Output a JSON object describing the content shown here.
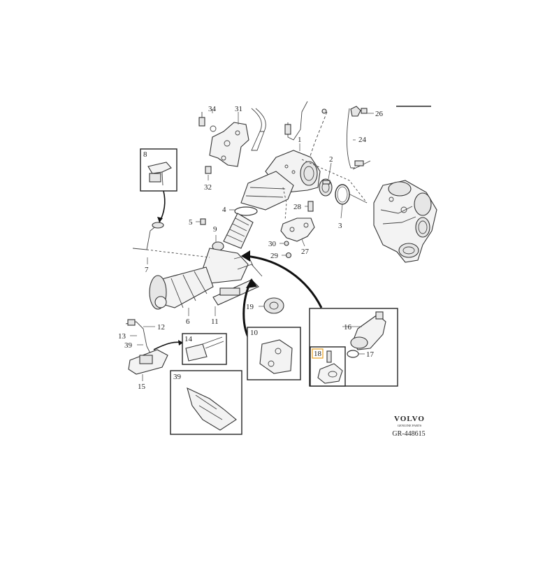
{
  "callouts": {
    "n1": "1",
    "n2": "2",
    "n3": "3",
    "n4": "4",
    "n5": "5",
    "n6": "6",
    "n7": "7",
    "n8": "8",
    "n9": "9",
    "n10": "10",
    "n11": "11",
    "n12": "12",
    "n13": "13",
    "n14": "14",
    "n15": "15",
    "n16": "16",
    "n17": "17",
    "n18": "18",
    "n19": "19",
    "n24": "24",
    "n26": "26",
    "n27": "27",
    "n28": "28",
    "n29": "29",
    "n30": "30",
    "n31": "31",
    "n32": "32",
    "n34": "34",
    "n39a": "39",
    "n39b": "39"
  },
  "brand": {
    "logo": "VOLVO",
    "tagline": "GENUINE PARTS",
    "reference": "GR-448615"
  }
}
